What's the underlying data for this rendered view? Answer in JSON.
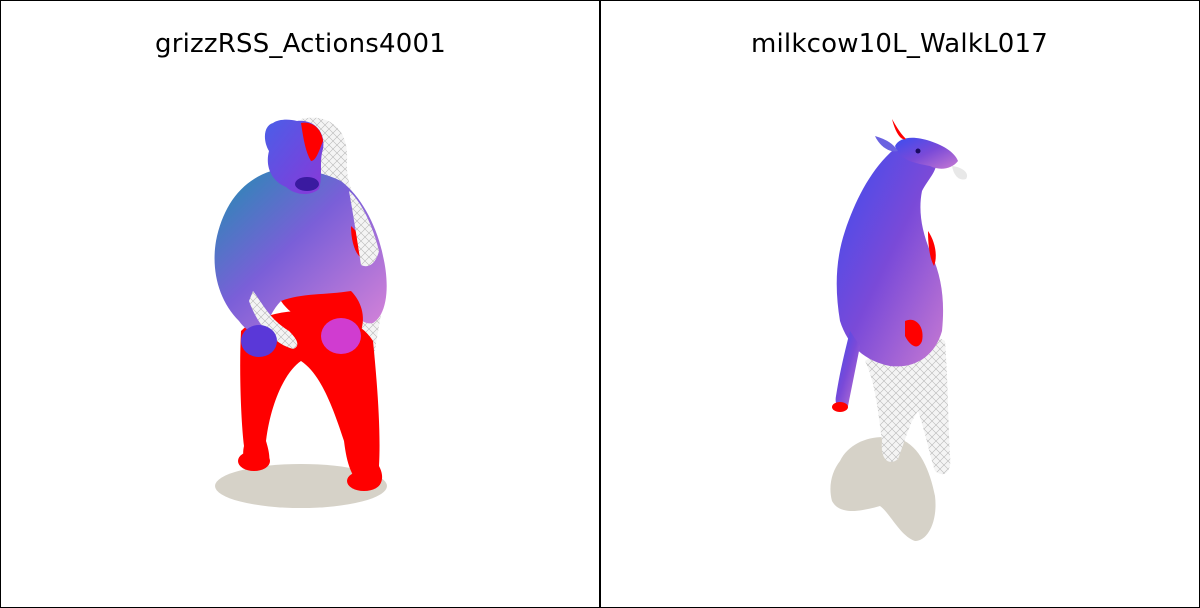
{
  "panels": [
    {
      "title": "grizzRSS_Actions4001",
      "subject": "bear-mesh"
    },
    {
      "title": "milkcow10L_WalkL017",
      "subject": "cow-mesh"
    }
  ],
  "colors": {
    "background": "#ffffff",
    "border": "#000000",
    "shadow": "#d6d2c8",
    "high_error": "#ff0000",
    "gradient_blue": "#3b4cf0",
    "gradient_teal": "#1f8fb0",
    "gradient_purple": "#9b57d6",
    "gradient_pink": "#d38ad8",
    "wireframe": "#e6e6e6"
  }
}
